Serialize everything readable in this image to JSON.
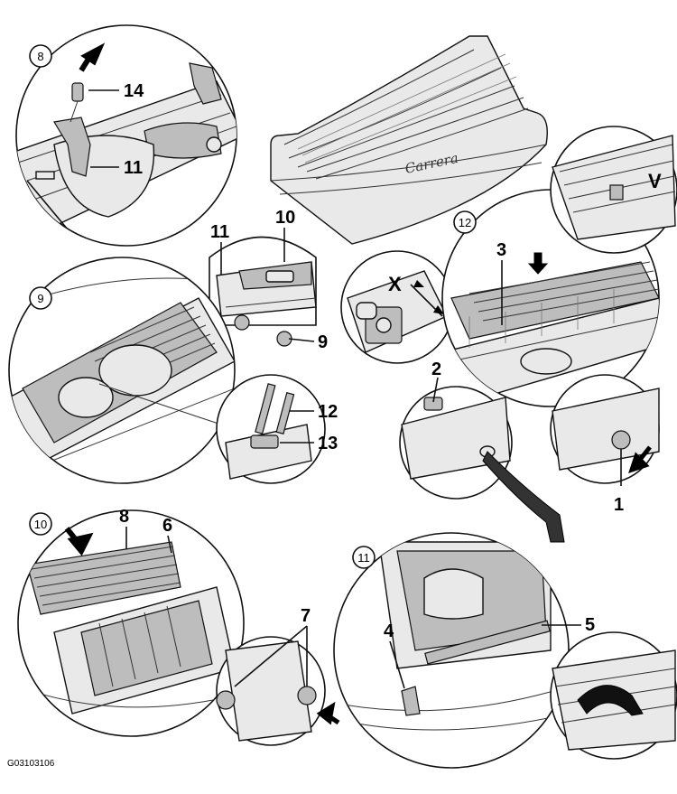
{
  "figure_id": "G03103106",
  "steps": [
    "8",
    "9",
    "10",
    "11",
    "12"
  ],
  "callouts": {
    "c1": "1",
    "c2": "2",
    "c3": "3",
    "c4": "4",
    "c5": "5",
    "c6": "6",
    "c7a": "7",
    "c8": "8",
    "c9": "9",
    "c10": "10",
    "c11a": "11",
    "c11b": "11",
    "c12": "12",
    "c13": "13",
    "c14": "14"
  },
  "detail_labels": {
    "x": "X",
    "v": "V"
  },
  "logo_text": "Carrera"
}
